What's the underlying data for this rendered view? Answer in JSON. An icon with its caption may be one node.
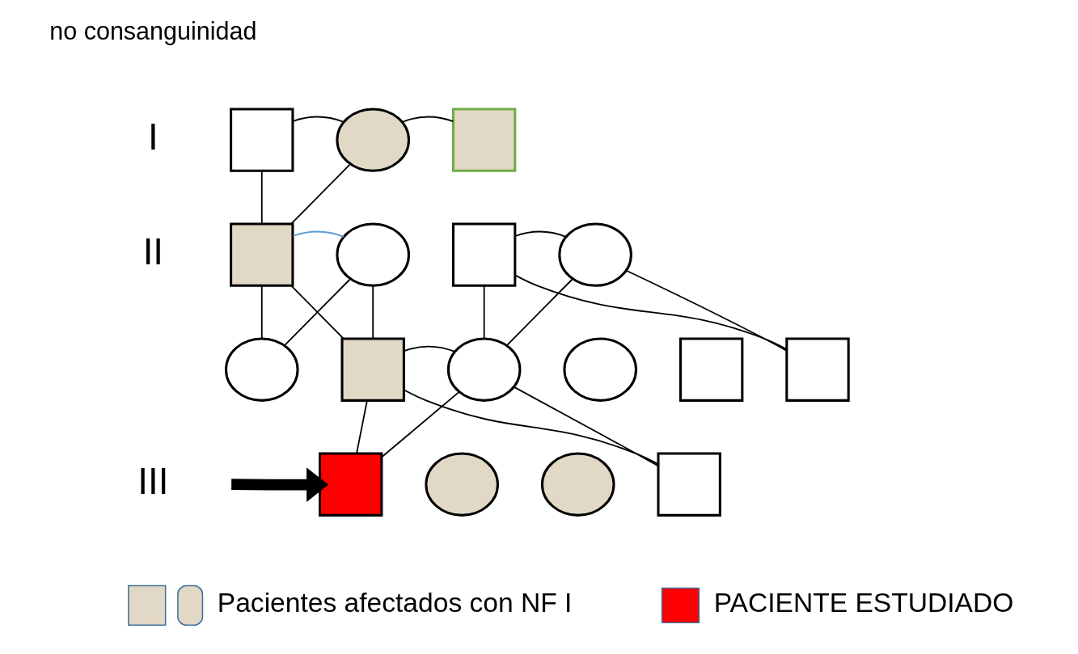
{
  "diagram": {
    "nodes": [
      {
        "text": [],
        "shape": "box"
      },
      {
        "text": [],
        "shape": "circle"
      },
      {
        "text": [],
        "shape": "box"
      },
      {
        "text": [],
        "shape": "box"
      },
      {
        "text": [],
        "shape": "circle"
      },
      {
        "text": [],
        "shape": "box"
      },
      {
        "text": [],
        "shape": "circle"
      },
      {
        "text": [],
        "shape": "circle"
      },
      {
        "text": [],
        "shape": "box"
      },
      {
        "text": [],
        "shape": "circle"
      },
      {
        "text": [],
        "shape": "circle"
      },
      {
        "text": [],
        "shape": "box"
      },
      {
        "text": [],
        "shape": "box"
      },
      {
        "text": [],
        "shape": "box"
      },
      {
        "text": [],
        "shape": "circle"
      },
      {
        "text": [],
        "shape": "circle"
      },
      {
        "text": [],
        "shape": "box"
      }
    ],
    "edges": [
      {
        "from": 0,
        "to": 1,
        "arrow": "none"
      },
      {
        "from": 1,
        "to": 2,
        "arrow": "none"
      },
      {
        "from": 0,
        "to": 3,
        "arrow": "none"
      },
      {
        "from": 1,
        "to": 3,
        "arrow": "none"
      },
      {
        "from": 3,
        "to": 4,
        "arrow": "none",
        "color": "#5b9bd5"
      },
      {
        "from": 5,
        "to": 6,
        "arrow": "none"
      },
      {
        "from": 3,
        "to": 7,
        "arrow": "none"
      },
      {
        "from": 3,
        "to": 8,
        "arrow": "none"
      },
      {
        "from": 4,
        "to": 7,
        "arrow": "none"
      },
      {
        "from": 4,
        "to": 8,
        "arrow": "none"
      },
      {
        "from": 5,
        "to": 9,
        "arrow": "none"
      },
      {
        "from": 5,
        "to": 12,
        "arrow": "none"
      },
      {
        "from": 6,
        "to": 9,
        "arrow": "none"
      },
      {
        "from": 6,
        "to": 12,
        "arrow": "none"
      },
      {
        "from": 8,
        "to": 9,
        "arrow": "none"
      },
      {
        "from": 8,
        "to": 13,
        "arrow": "none"
      },
      {
        "from": 8,
        "to": 16,
        "arrow": "none"
      },
      {
        "from": 9,
        "to": 13,
        "arrow": "none"
      },
      {
        "from": 9,
        "to": 16,
        "arrow": "none"
      },
      {
        "from": null,
        "to": 13,
        "arrow": "to",
        "style": "thick"
      }
    ],
    "labels": [
      "no consanguinidad",
      "I",
      "II",
      "III"
    ],
    "legend": [
      {
        "text": "Pacientes afectados con NF I"
      },
      {
        "text": "PACIENTE ESTUDIADO",
        "color": "#ff0000"
      }
    ]
  }
}
